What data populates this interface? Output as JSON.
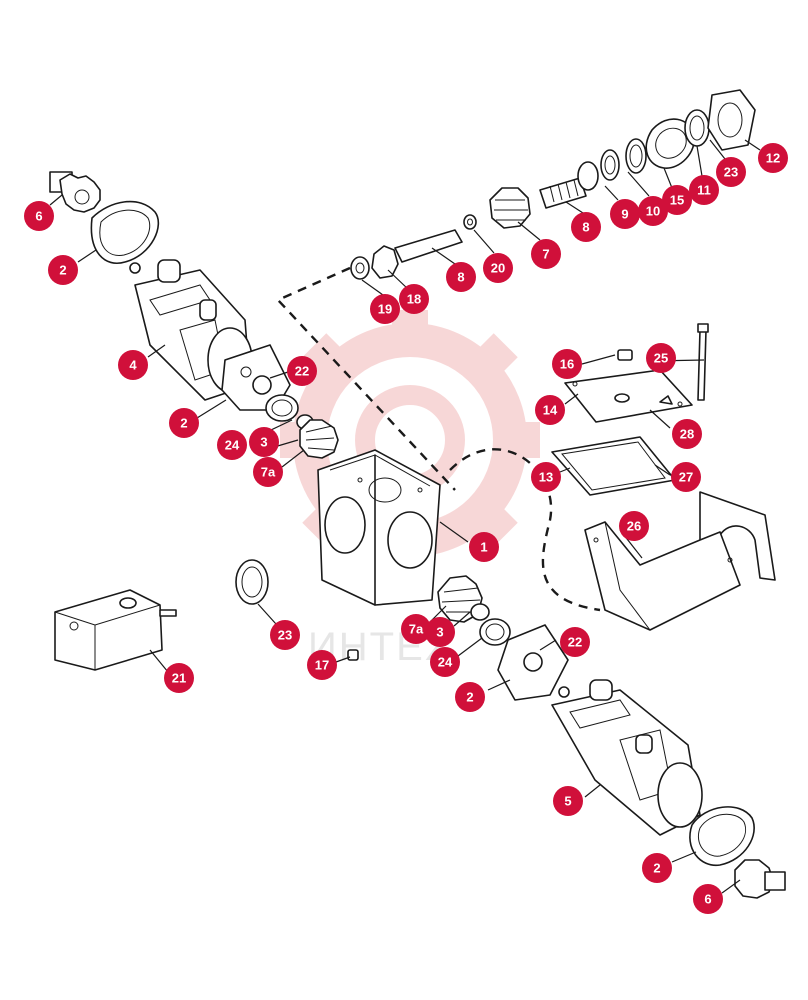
{
  "watermark": {
    "text": "ИНТЕХ",
    "color": "#f7d6d6"
  },
  "colors": {
    "callout": "#d0103a",
    "line": "#1a1a1a"
  },
  "callouts": [
    {
      "id": "c-6a",
      "label": "6"
    },
    {
      "id": "c-2a",
      "label": "2"
    },
    {
      "id": "c-4",
      "label": "4"
    },
    {
      "id": "c-2b",
      "label": "2"
    },
    {
      "id": "c-22a",
      "label": "22"
    },
    {
      "id": "c-24a",
      "label": "24"
    },
    {
      "id": "c-3a",
      "label": "3"
    },
    {
      "id": "c-7aa",
      "label": "7a"
    },
    {
      "id": "c-19",
      "label": "19"
    },
    {
      "id": "c-18",
      "label": "18"
    },
    {
      "id": "c-8a",
      "label": "8"
    },
    {
      "id": "c-20",
      "label": "20"
    },
    {
      "id": "c-7",
      "label": "7"
    },
    {
      "id": "c-8b",
      "label": "8"
    },
    {
      "id": "c-9",
      "label": "9"
    },
    {
      "id": "c-10",
      "label": "10"
    },
    {
      "id": "c-15",
      "label": "15"
    },
    {
      "id": "c-11",
      "label": "11"
    },
    {
      "id": "c-23a",
      "label": "23"
    },
    {
      "id": "c-12",
      "label": "12"
    },
    {
      "id": "c-16",
      "label": "16"
    },
    {
      "id": "c-25",
      "label": "25"
    },
    {
      "id": "c-14",
      "label": "14"
    },
    {
      "id": "c-28",
      "label": "28"
    },
    {
      "id": "c-13",
      "label": "13"
    },
    {
      "id": "c-27",
      "label": "27"
    },
    {
      "id": "c-26",
      "label": "26"
    },
    {
      "id": "c-1",
      "label": "1"
    },
    {
      "id": "c-23b",
      "label": "23"
    },
    {
      "id": "c-21",
      "label": "21"
    },
    {
      "id": "c-17",
      "label": "17"
    },
    {
      "id": "c-7ab",
      "label": "7a"
    },
    {
      "id": "c-3b",
      "label": "3"
    },
    {
      "id": "c-22b",
      "label": "22"
    },
    {
      "id": "c-24b",
      "label": "24"
    },
    {
      "id": "c-2c",
      "label": "2"
    },
    {
      "id": "c-5",
      "label": "5"
    },
    {
      "id": "c-2d",
      "label": "2"
    },
    {
      "id": "c-6b",
      "label": "6"
    }
  ]
}
